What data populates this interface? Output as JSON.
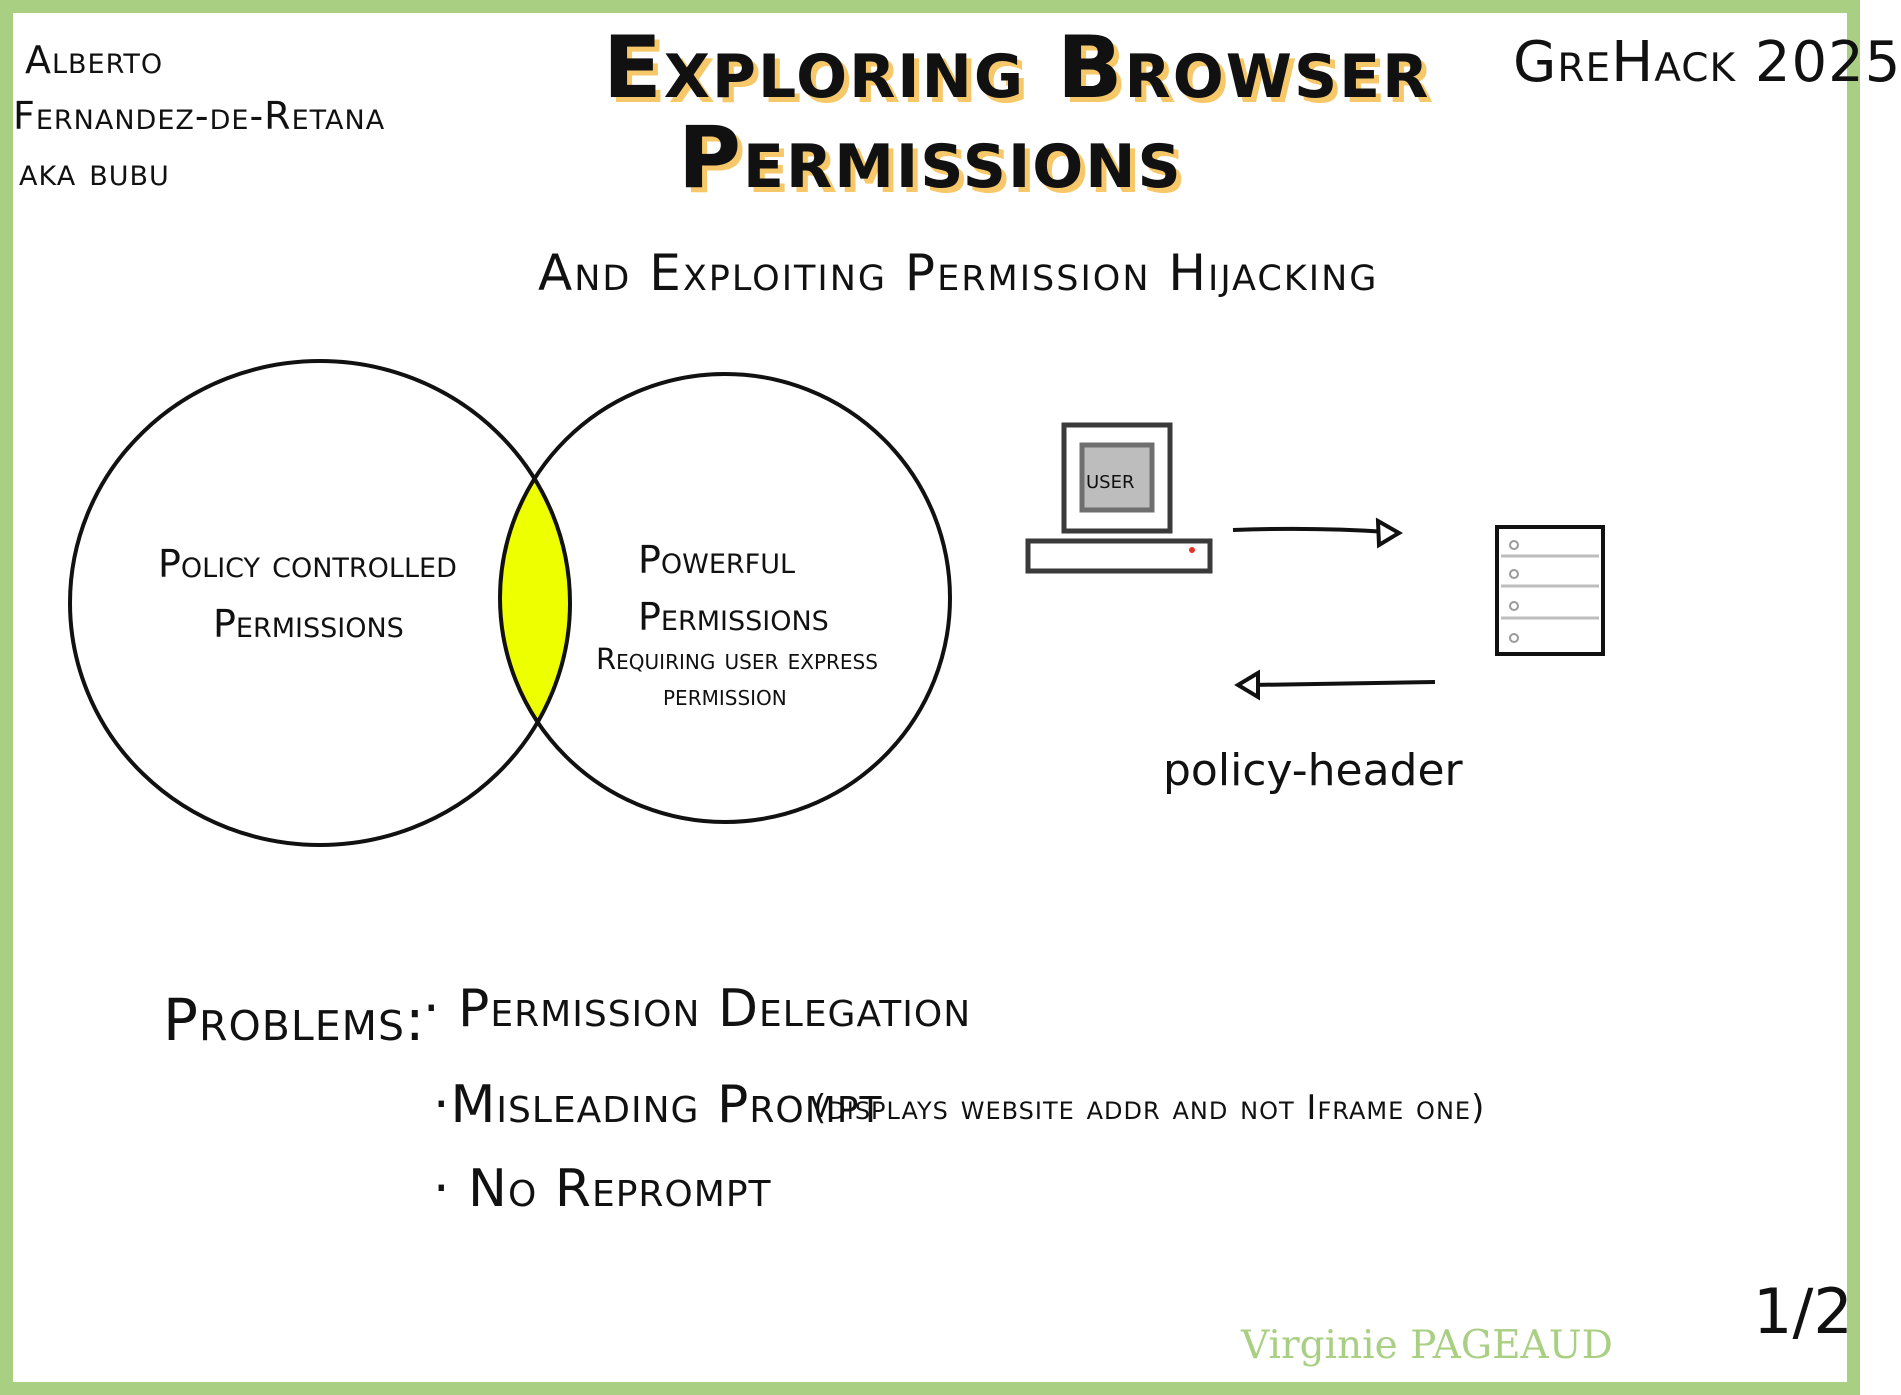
{
  "author": {
    "line1": "Alberto",
    "line2": "Fernandez-de-Retana",
    "line3": "aka bubu"
  },
  "title": {
    "line1": "Exploring Browser",
    "line2": "Permissions"
  },
  "event": "GreHack 2025",
  "subtitle": "And Exploiting Permission Hijacking",
  "venn": {
    "left_label_1": "Policy controlled",
    "left_label_2": "Permissions",
    "right_label_1": "Powerful",
    "right_label_2": "Permissions",
    "right_label_3": "Requiring user express",
    "right_label_4": "permission",
    "overlap_color": "#eeff00"
  },
  "client_server": {
    "computer_label": "user",
    "header_label": "policy-header",
    "computer_icon": "computer-icon",
    "server_icon": "server-icon"
  },
  "problems": {
    "heading": "Problems:",
    "item1": "· Permission Delegation",
    "item2": "·Misleading Prompt",
    "item2_note": "(displays website addr and not Iframe one)",
    "item3": "· No Reprompt"
  },
  "credit": "Virginie PAGEAUD",
  "page_number": "1/2",
  "colors": {
    "frame": "#a9cf83",
    "title_highlight": "#f7c86a",
    "ink": "#111111",
    "credit": "#a9cf83",
    "indicator": "#e5332a"
  }
}
